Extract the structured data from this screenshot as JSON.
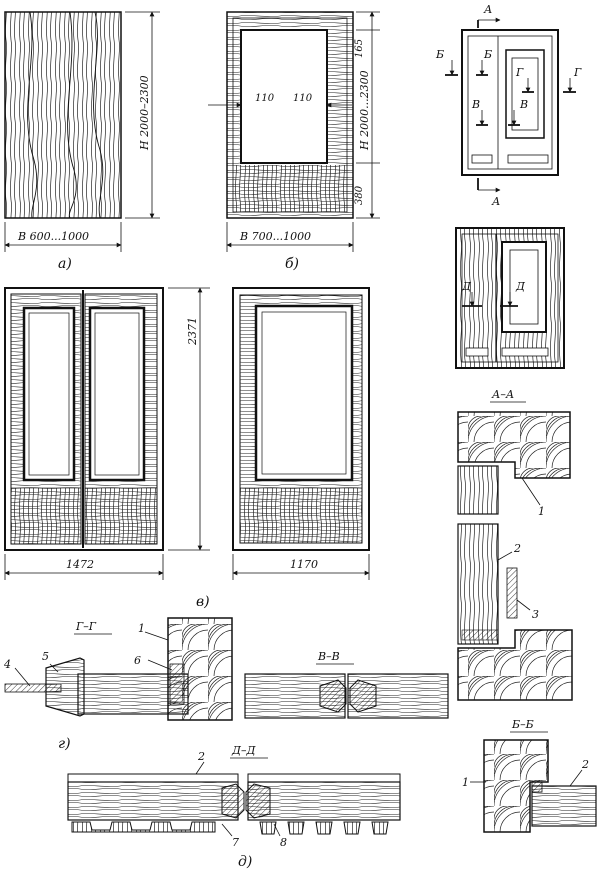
{
  "captions": {
    "a": "а)",
    "b": "б)",
    "v": "в)",
    "g": "г)",
    "d": "д)"
  },
  "dims": {
    "a_height": "H 2000–2300",
    "a_width": "B 600...1000",
    "b_left": "110",
    "b_right": "110",
    "b_top": "165",
    "b_height": "H 2000...2300",
    "b_bottom": "380",
    "b_width": "B 700...1000",
    "v_height": "2371",
    "v_width_double": "1472",
    "v_width_single": "1170"
  },
  "cut_marks": {
    "A": "А",
    "B": "Б",
    "V": "В",
    "G": "Г",
    "D": "Д"
  },
  "sections": {
    "aa": "А–А",
    "bb": "Б–Б",
    "vv": "В–В",
    "gg": "Г–Г",
    "dd": "Д–Д"
  },
  "callouts": {
    "n1": "1",
    "n2": "2",
    "n3": "3",
    "n4": "4",
    "n5": "5",
    "n6": "6",
    "n7": "7",
    "n8": "8"
  },
  "colors": {
    "ink": "#111111",
    "paper": "#ffffff",
    "glass": "#dcdcdc"
  }
}
